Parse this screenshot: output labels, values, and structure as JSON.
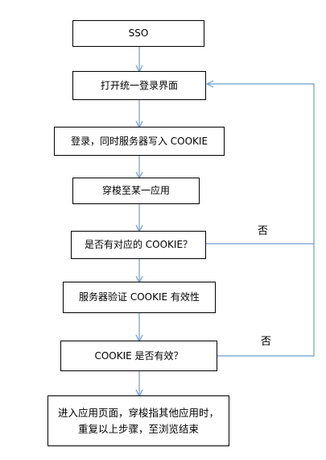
{
  "diagram": {
    "steps": [
      "SSO",
      "打开统一登录界面",
      "登录，同时服务器写入 COOKIE",
      "穿梭至某一应用",
      "是否有对应的 COOKIE？",
      "服务器验证 COOKIE 有效性",
      "COOKIE 是否有效？",
      "进入应用页面，穿梭指其他应用时，重复以上步骤，至浏览结束"
    ],
    "decision_labels": {
      "no_1": "否",
      "no_2": "否"
    },
    "colors": {
      "arrow": "#6c9cd2",
      "border": "#000000"
    }
  }
}
